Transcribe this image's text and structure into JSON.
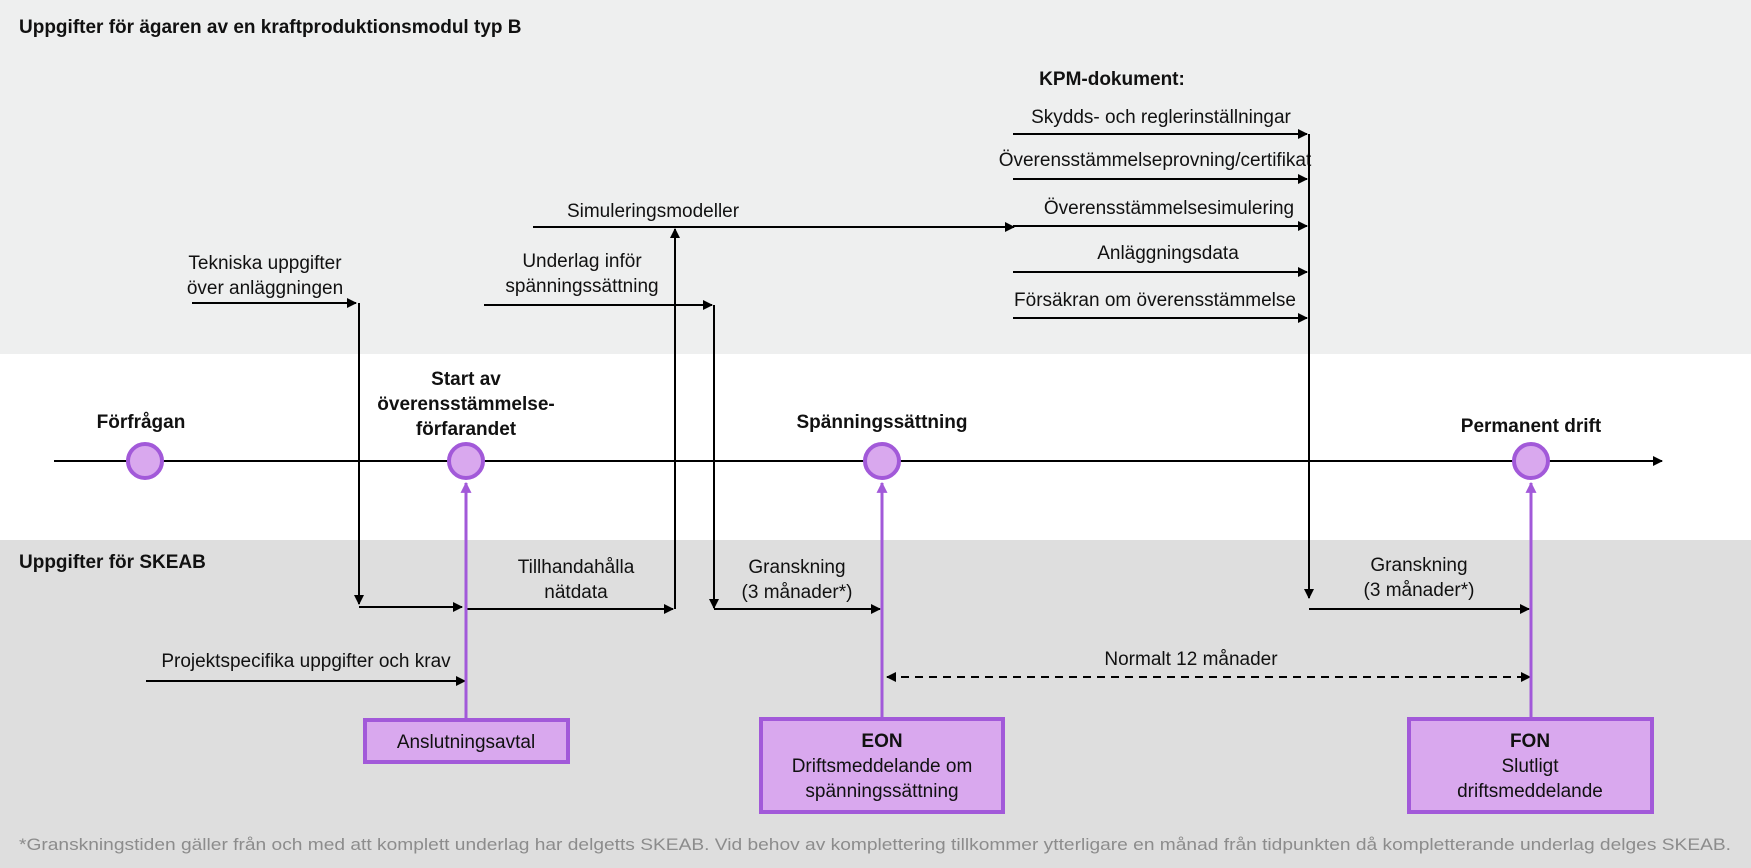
{
  "sections": {
    "owner_title": "Uppgifter för ägaren av en kraftproduktionsmodul  typ B",
    "skeab_title": "Uppgifter för SKEAB"
  },
  "kpm": {
    "heading": "KPM-dokument:",
    "items": [
      "Skydds- och reglerinställningar",
      "Överensstämmelseprovning/certifikat",
      "Överensstämmelsesimulering",
      "Anläggningsdata",
      "Försäkran om överensstämmelse"
    ]
  },
  "owner_flows": {
    "tekniska": [
      "Tekniska uppgifter",
      "över anläggningen"
    ],
    "underlag": [
      "Underlag inför",
      "spänningssättning"
    ],
    "simulering": "Simuleringsmodeller"
  },
  "milestones": {
    "forfragan": [
      "Förfrågan"
    ],
    "start": [
      "Start av",
      "överensstämmelse-",
      "förfarandet"
    ],
    "spanning": [
      "Spänningssättning"
    ],
    "permanent": [
      "Permanent drift"
    ]
  },
  "skeab_flows": {
    "natdata": [
      "Tillhandahålla",
      "nätdata"
    ],
    "granskning1": [
      "Granskning",
      "(3 månader*)"
    ],
    "granskning2": [
      "Granskning",
      "(3 månader*)"
    ],
    "projekt": "Projektspecifika uppgifter och krav",
    "normalt": "Normalt 12 månader"
  },
  "documents": {
    "anslutning": [
      "Anslutningsavtal"
    ],
    "eon": [
      "EON",
      "Driftsmeddelande om",
      "spänningssättning"
    ],
    "fon": [
      "FON",
      "Slutligt",
      "driftsmeddelande"
    ]
  },
  "footnote": "*Granskningstiden gäller från och med att komplett underlag har delgetts SKEAB. Vid behov av komplettering tillkommer ytterligare en månad från tidpunkten då kompletterande underlag delges SKEAB.",
  "colors": {
    "owner_band": "#eeefef",
    "skeab_band": "#dedede",
    "milestone_fill": "#d9a8ee",
    "milestone_stroke": "#a259d9"
  }
}
